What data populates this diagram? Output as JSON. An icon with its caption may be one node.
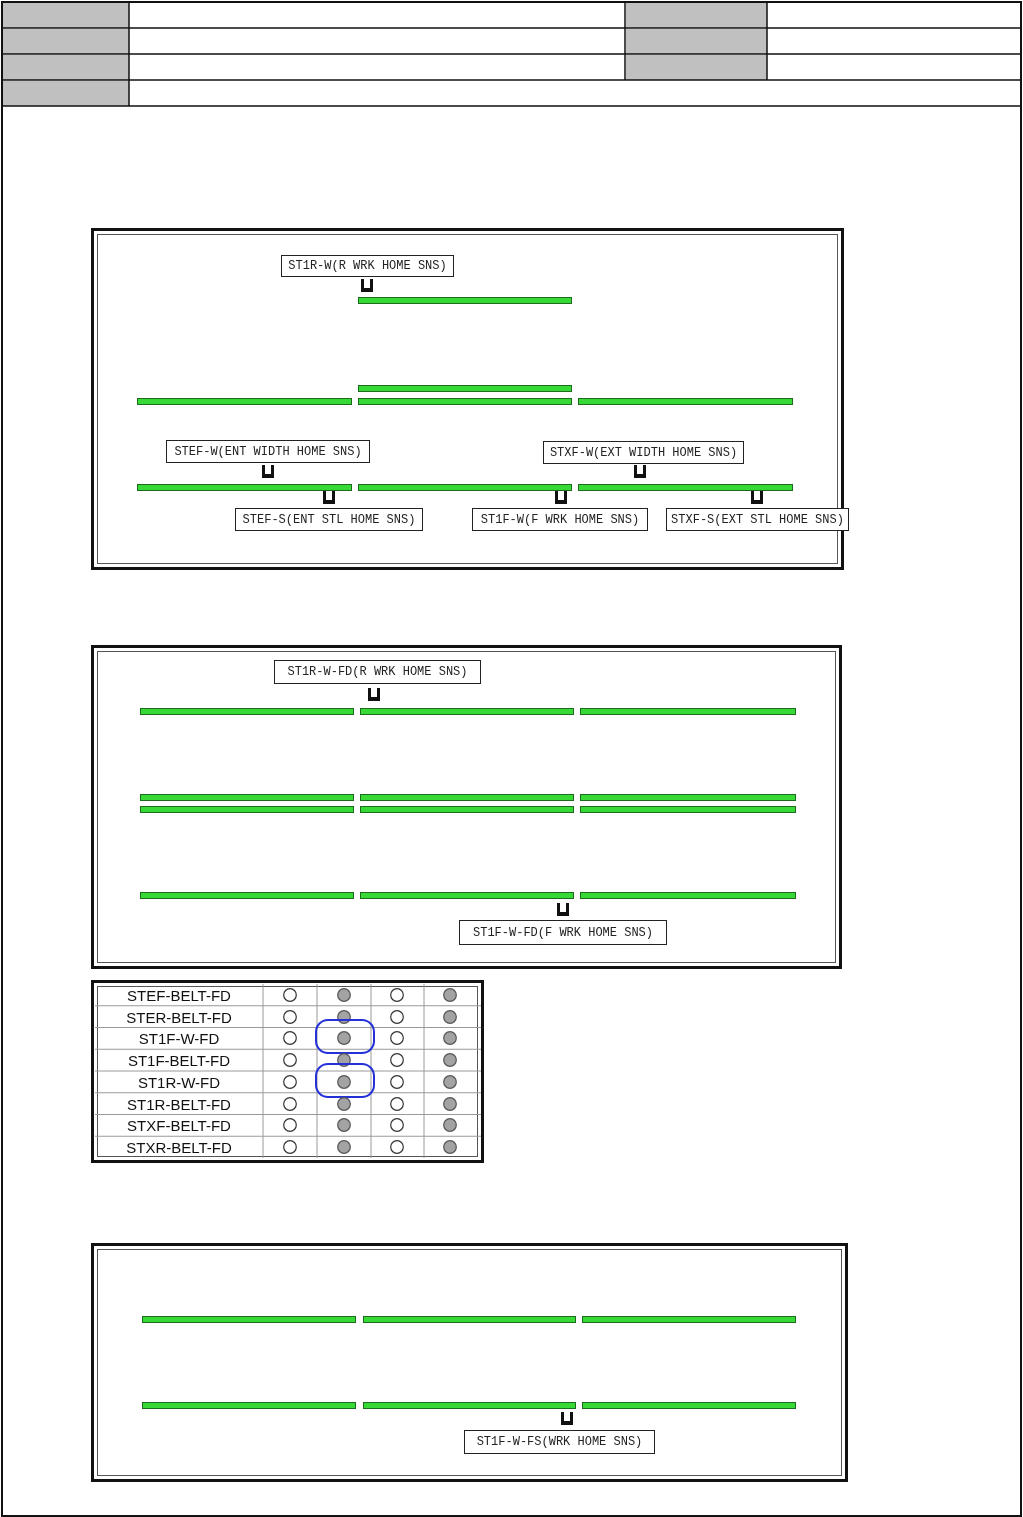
{
  "diagram": {
    "nodes": [
      {
        "text": [
          "ST1R-W(R WRK HOME SNS)"
        ]
      },
      {
        "text": [
          "STEF-W(ENT WIDTH HOME SNS)"
        ]
      },
      {
        "text": [
          "STXF-W(EXT WIDTH HOME SNS)"
        ]
      },
      {
        "text": [
          "STEF-S(ENT STL HOME SNS)"
        ]
      },
      {
        "text": [
          "ST1F-W(F WRK HOME SNS)"
        ]
      },
      {
        "text": [
          "STXF-S(EXT STL HOME SNS)"
        ]
      },
      {
        "text": [
          "ST1R-W-FD(R WRK HOME SNS)"
        ]
      },
      {
        "text": [
          "ST1F-W-FD(F WRK HOME SNS)"
        ]
      },
      {
        "text": [
          "ST1F-W-FS(WRK HOME SNS)"
        ]
      }
    ],
    "labels": [
      "STEF-BELT-FD",
      "STER-BELT-FD",
      "ST1F-W-FD",
      "ST1F-BELT-FD",
      "ST1R-W-FD",
      "ST1R-BELT-FD",
      "STXF-BELT-FD",
      "STXR-BELT-FD"
    ]
  }
}
